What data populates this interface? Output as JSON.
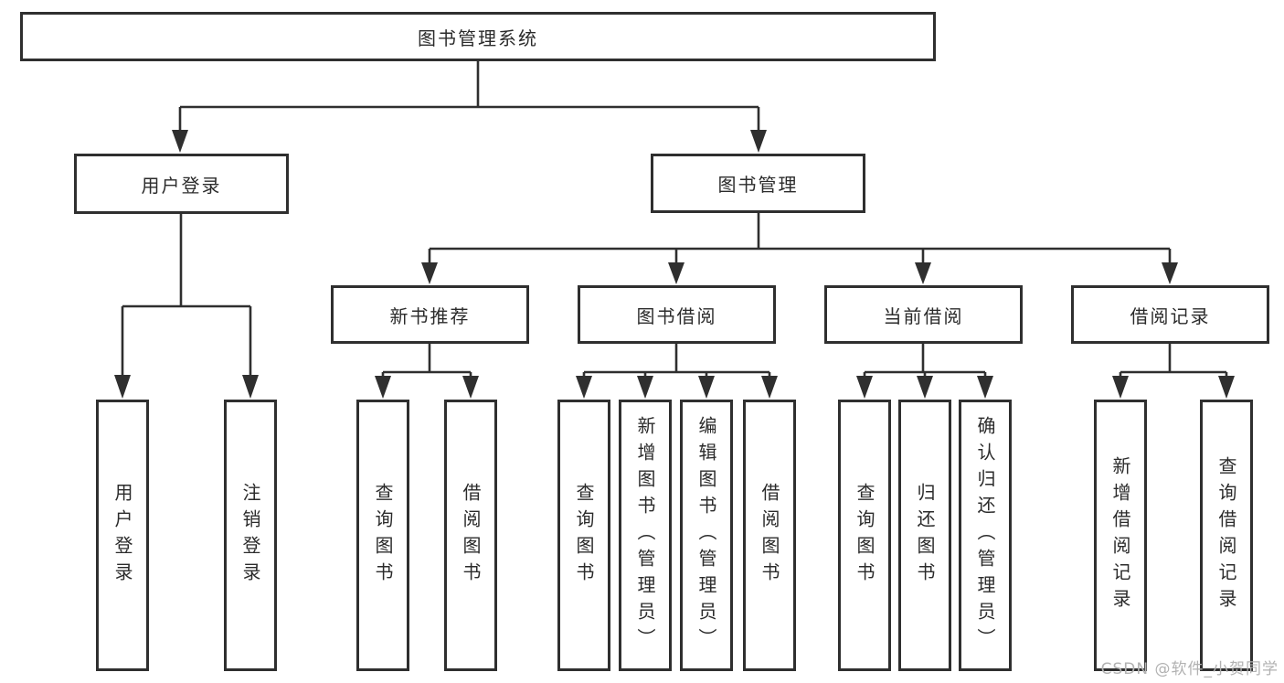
{
  "tree": {
    "label": "图书管理系统",
    "children": [
      {
        "label": "用户登录",
        "children": [
          {
            "label": "用户登录"
          },
          {
            "label": "注销登录"
          }
        ]
      },
      {
        "label": "图书管理",
        "children": [
          {
            "label": "新书推荐",
            "children": [
              {
                "label": "查询图书"
              },
              {
                "label": "借阅图书"
              }
            ]
          },
          {
            "label": "图书借阅",
            "children": [
              {
                "label": "查询图书"
              },
              {
                "label": "新增图书（管理员）"
              },
              {
                "label": "编辑图书（管理员）"
              },
              {
                "label": "借阅图书"
              }
            ]
          },
          {
            "label": "当前借阅",
            "children": [
              {
                "label": "查询图书"
              },
              {
                "label": "归还图书"
              },
              {
                "label": "确认归还（管理员）"
              }
            ]
          },
          {
            "label": "借阅记录",
            "children": [
              {
                "label": "新增借阅记录"
              },
              {
                "label": "查询借阅记录"
              }
            ]
          }
        ]
      }
    ]
  },
  "watermark": {
    "text": "CSDN @软件_小贺同学",
    "color": "#b2b2b2"
  },
  "colors": {
    "line": "#2f2f2f",
    "box_border": "#2f2f2f",
    "box_fill": "#ffffff",
    "text": "#2b2b2b",
    "background": "#ffffff"
  }
}
